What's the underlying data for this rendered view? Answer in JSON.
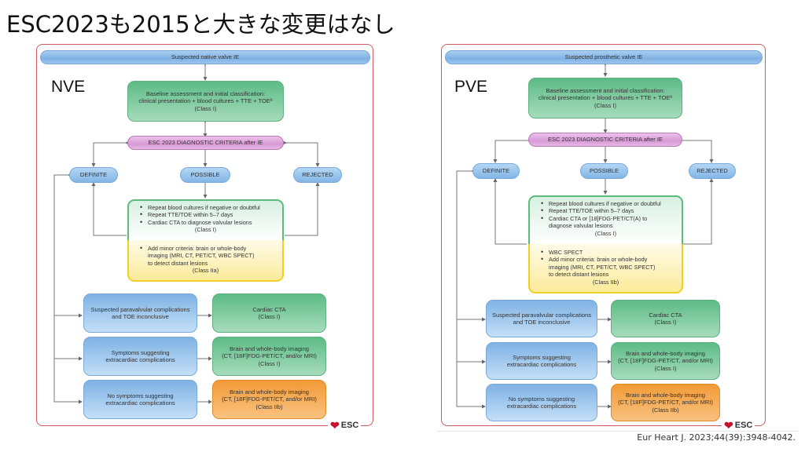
{
  "slide": {
    "title": "ESC2023も2015と大きな変更はなし",
    "citation": "Eur Heart J. 2023;44(39):3948-4042."
  },
  "colors": {
    "frame_border": "#d05a62",
    "class_I_green": "#5dbb86",
    "class_IIb_orange": "#f29a37",
    "criteria_pink": "#d79ad6",
    "category_blue": "#82b6e6",
    "class_IIa_yellow": "#f0cf2a"
  },
  "nve": {
    "label": "NVE",
    "top": "Suspected native valve IE",
    "baseline": {
      "line1": "Baseline assessment and initial classification:",
      "line2": "clinical presentation + blood cultures + TTE + TOEª",
      "class": "(Class I)"
    },
    "criteria": "ESC 2023 DIAGNOSTIC CRITERIA after IE",
    "outcomes": {
      "definite": "DEFINITE",
      "possible": "POSSIBLE",
      "rejected": "REJECTED"
    },
    "repeat": {
      "bullets": [
        "Repeat blood cultures if negative or doubtful",
        "Repeat TTE/TOE within 5–7  days",
        "Cardiac CTA to diagnose valvular lesions"
      ],
      "class": "(Class I)"
    },
    "minor": {
      "bullet": "Add minor criteria: brain or whole-body",
      "cont1": "imaging (MRI, CT, PET/CT, WBC SPECT)",
      "cont2": "to detect distant lesions",
      "class": "(Class IIa)"
    },
    "rows": [
      {
        "left1": "Suspected paravalvular complications",
        "left2": "and TOE inconclusive",
        "right1": "Cardiac CTA",
        "right2": "(Class I)",
        "right3": ""
      },
      {
        "left1": "Symptoms suggesting",
        "left2": "extracardiac complications",
        "right1": "Brain and whole-body imaging",
        "right2": "(CT, [18F]FDG-PET/CT, and/or MRI)",
        "right3": "(Class I)"
      },
      {
        "left1": "No symptoms suggesting",
        "left2": "extracardiac complications",
        "right1": "Brain and whole-body imaging",
        "right2": "(CT, [18F]FDG-PET/CT, and/or MRI)",
        "right3": "(Class IIb)"
      }
    ],
    "logo": "ESC"
  },
  "pve": {
    "label": "PVE",
    "top": "Suspected prosthetic valve IE",
    "baseline": {
      "line1": "Baseline assessment and initial classification:",
      "line2": "clinical presentation + blood cultures + TTE + TOEª",
      "class": "(Class I)"
    },
    "criteria": "ESC 2023 DIAGNOSTIC CRITERIA after IE",
    "outcomes": {
      "definite": "DEFINITE",
      "possible": "POSSIBLE",
      "rejected": "REJECTED"
    },
    "repeat": {
      "bullets": [
        "Repeat blood cultures if negative or doubtful",
        "Repeat TTE/TOE within 5–7  days",
        "Cardiac CTA or [18]FDG-PET/CT(A) to"
      ],
      "cont": "diagnose valvular lesions",
      "class": "(Class I)"
    },
    "minor": {
      "bullet0": "WBC SPECT",
      "bullet": "Add minor criteria: brain or whole-body",
      "cont1": "imaging (MRI, CT, PET/CT, WBC SPECT)",
      "cont2": "to detect distant lesions",
      "class": "(Class IIb)"
    },
    "rows": [
      {
        "left1": "Suspected paravalvular complications",
        "left2": "and TOE inconclusive",
        "right1": "Cardiac CTA",
        "right2": "(Class I)",
        "right3": ""
      },
      {
        "left1": "Symptoms suggesting",
        "left2": "extracardiac complications",
        "right1": "Brain and whole-body imaging",
        "right2": "(CT, [18F]FDG-PET/CT, and/or MRI)",
        "right3": "(Class I)"
      },
      {
        "left1": "No symptoms suggesting",
        "left2": "extracardiac complications",
        "right1": "Brain and whole-body imaging",
        "right2": "(CT, [18F]FDG-PET/CT, and/or MRI)",
        "right3": "(Class IIb)"
      }
    ],
    "logo": "ESC"
  }
}
